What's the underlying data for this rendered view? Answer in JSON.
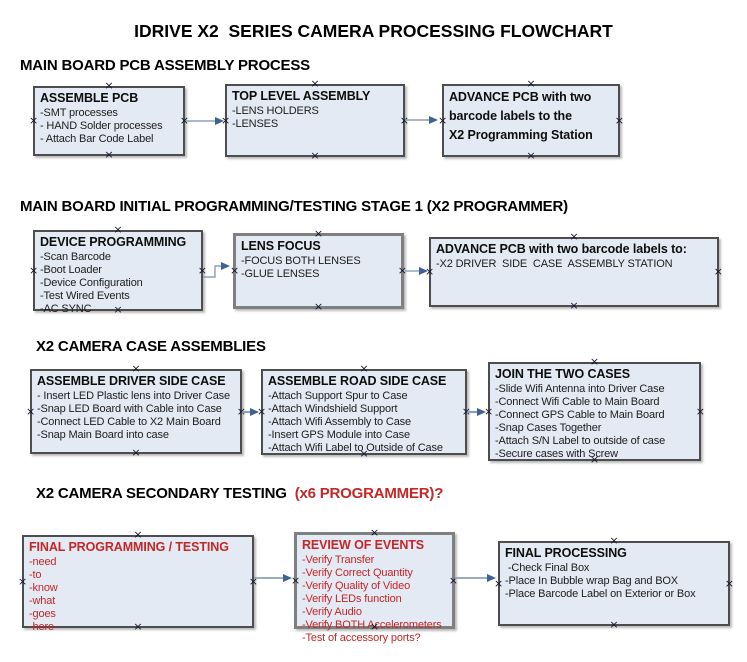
{
  "title": "IDRIVE X2  SERIES CAMERA PROCESSING FLOWCHART",
  "colors": {
    "red_accent": "#c32726",
    "box_fill": "#e4eaf4",
    "box_border": "#4d4d4d",
    "box_border_thick": "#7f7f7f",
    "connector_line": "#8aa0bc",
    "connector_arrowhead": "#3e6293"
  },
  "icons": {
    "connection_point": "×"
  },
  "sections": [
    {
      "heading": "MAIN BOARD PCB ASSEMBLY PROCESS",
      "heading_red": "",
      "boxes": [
        {
          "title": "ASSEMBLE PCB",
          "items": [
            "-SMT processes",
            "- HAND Solder processes",
            "- Attach Bar Code Label"
          ]
        },
        {
          "title": "TOP LEVEL ASSEMBLY",
          "items": [
            "-LENS HOLDERS",
            "-LENSES"
          ]
        },
        {
          "title": "ADVANCE PCB with two\nbarcode labels to the\n X2 Programming Station",
          "items": []
        }
      ]
    },
    {
      "heading": "MAIN BOARD INITIAL PROGRAMMING/TESTING STAGE 1 (X2 PROGRAMMER)",
      "heading_red": "",
      "boxes": [
        {
          "title": "DEVICE PROGRAMMING",
          "items": [
            "-Scan Barcode",
            "-Boot Loader",
            "-Device Configuration",
            "-Test Wired Events",
            "-AC SYNC"
          ]
        },
        {
          "title": "LENS FOCUS",
          "items": [
            "-FOCUS BOTH LENSES",
            "-GLUE LENSES"
          ]
        },
        {
          "title": "ADVANCE PCB with two barcode labels to:",
          "items": [
            "-X2 DRIVER  SIDE  CASE  ASSEMBLY STATION"
          ]
        }
      ]
    },
    {
      "heading": "X2 CAMERA CASE ASSEMBLIES",
      "heading_red": "",
      "boxes": [
        {
          "title": "ASSEMBLE DRIVER SIDE CASE",
          "items": [
            "- Insert LED Plastic lens into Driver Case",
            "-Snap LED Board with Cable into Case",
            "-Connect LED Cable to X2 Main Board",
            "-Snap Main Board into case"
          ]
        },
        {
          "title": "ASSEMBLE ROAD SIDE CASE",
          "items": [
            "-Attach Support Spur to Case",
            "-Attach Windshield Support",
            "-Attach Wifi Assembly to Case",
            "-Insert GPS Module into Case",
            "-Attach Wifi Label to Outside of Case"
          ]
        },
        {
          "title": "JOIN THE TWO CASES",
          "items": [
            "-Slide Wifi Antenna into Driver Case",
            "-Connect Wifi Cable to Main Board",
            "-Connect GPS Cable to Main Board",
            "-Snap Cases Together",
            "-Attach S/N Label to outside of case",
            "-Secure cases with Screw"
          ]
        }
      ]
    },
    {
      "heading": "X2 CAMERA SECONDARY TESTING  ",
      "heading_red": "(x6 PROGRAMMER)?",
      "boxes": [
        {
          "title": "FINAL PROGRAMMING / TESTING",
          "items": [
            "-need",
            "-to",
            "-know",
            "-what",
            "-goes",
            "-here"
          ]
        },
        {
          "title": "REVIEW OF EVENTS",
          "items": [
            "-Verify Transfer",
            "-Verify Correct Quantity",
            "-Verify Quality of Video",
            "-Verify LEDs function",
            "-Verify Audio",
            "-Verify BOTH Accelerometers",
            "-Test of accessory ports?"
          ]
        },
        {
          "title": "FINAL PROCESSING",
          "items": [
            " -Check Final Box",
            "-Place In Bubble wrap Bag and BOX",
            "-Place Barcode Label on Exterior or Box"
          ]
        }
      ]
    }
  ]
}
